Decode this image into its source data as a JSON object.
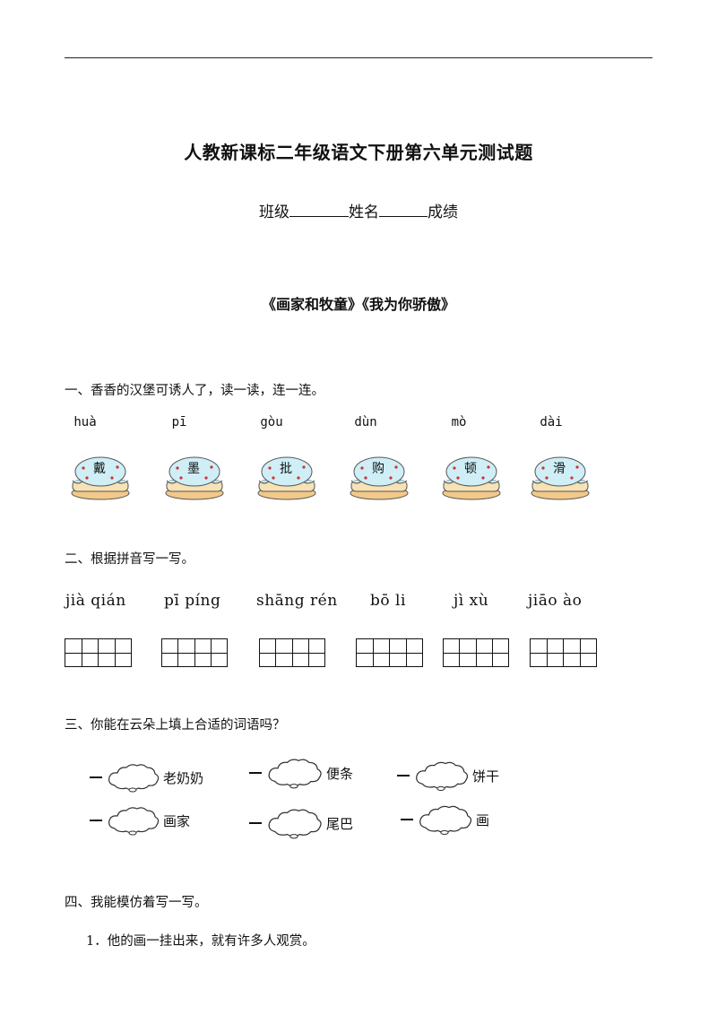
{
  "header": {
    "title": "人教新课标二年级语文下册第六单元测试题",
    "class_label": "班级",
    "name_label": "姓名",
    "score_label": "成绩"
  },
  "lesson_title": "《画家和牧童》《我为你骄傲》",
  "section1": {
    "heading": "一、香香的汉堡可诱人了，读一读，连一连。",
    "pinyin": [
      "huà",
      "pī",
      "gòu",
      "dùn",
      "mò",
      "dài"
    ],
    "cakes": [
      "戴",
      "墨",
      "批",
      "购",
      "顿",
      "滑"
    ]
  },
  "section2": {
    "heading": "二、根据拼音写一写。",
    "pinyin": [
      "jià qián",
      "pī píng",
      "shāng rén",
      "bō li",
      "jì xù",
      "jiāo ào"
    ],
    "grid_cells": [
      4,
      4,
      4,
      4,
      4,
      4
    ]
  },
  "section3": {
    "heading": "三、你能在云朵上填上合适的词语吗？",
    "row1": [
      "老奶奶",
      "便条",
      "饼干"
    ],
    "row2": [
      "画家",
      "尾巴",
      "画"
    ]
  },
  "section4": {
    "heading": "四、我能模仿着写一写。",
    "item1": "1．他的画一挂出来，就有许多人观赏。"
  },
  "colors": {
    "frosting": "#bfe8f2",
    "bun": "#f2c98a",
    "ink": "#111111"
  }
}
